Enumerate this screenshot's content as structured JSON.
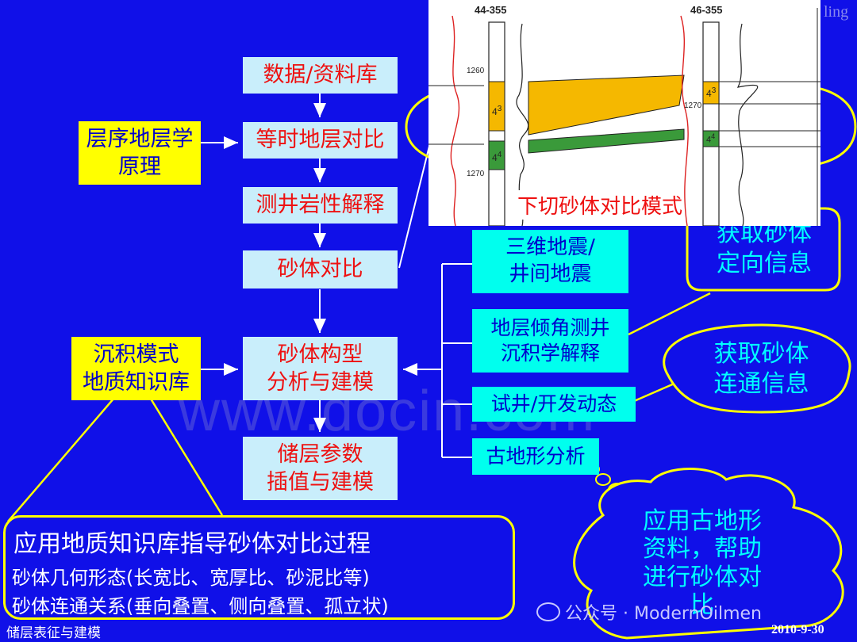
{
  "flow": {
    "database": "数据/资料库",
    "isochronous": "等时地层对比",
    "log_interpret": "测井岩性解释",
    "sand_correlation": "砂体对比",
    "sand_architecture": "砂体构型\n分析与建模",
    "reservoir_params": "储层参数\n插值与建模"
  },
  "inputs": {
    "sequence_strat": "层序地层学\n原理",
    "sed_model": "沉积模式\n地质知识库"
  },
  "sources": {
    "seismic": "三维地震/\n井间地震",
    "dipmeter": "地层倾角测井\n沉积学解释",
    "well_test": "试井/开发动态",
    "paleo": "古地形分析"
  },
  "callouts": {
    "direction": "获取砂体\n定向信息",
    "connectivity": "获取砂体\n连通信息",
    "paleo_cloud": "应用古地形\n资料，帮助\n进行砂体对\n比"
  },
  "knowledge_box": {
    "title": "应用地质知识库指导砂体对比过程",
    "line1": "砂体几何形态(长宽比、宽厚比、砂泥比等)",
    "line2": "砂体连通关系(垂向叠置、侧向叠置、孤立状)"
  },
  "log_panel": {
    "well_left": "44-355",
    "well_right": "46-355",
    "depth_1260": "1260",
    "depth_1270_left": "1270",
    "depth_1270_right": "1270",
    "layer_43": "4",
    "layer_43_sup": "3",
    "layer_44": "4",
    "layer_44_sup": "4",
    "caption": "下切砂体对比模式"
  },
  "footer": {
    "left": "储层表征与建模",
    "date": "2010-9-30",
    "watermark_wechat": "公众号 · ModernOilmen",
    "watermark_center": "www.docin.com",
    "corner_text": "ling"
  },
  "colors": {
    "background": "#1010e8",
    "orange_layer": "#f5b800",
    "green_layer": "#3a9a3a",
    "callout_outline": "#ffff00"
  }
}
